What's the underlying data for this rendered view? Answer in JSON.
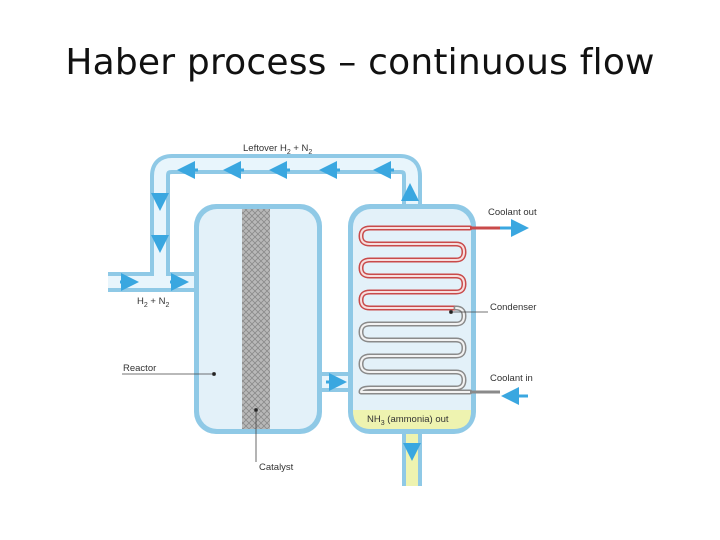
{
  "slide": {
    "title": "Haber process – continuous flow"
  },
  "diagram": {
    "labels": {
      "leftover_prefix": "Leftover H",
      "leftover_sub1": "2",
      "leftover_mid": " + N",
      "leftover_sub2": "2",
      "feed_prefix": "H",
      "feed_sub1": "2",
      "feed_mid": " + N",
      "feed_sub2": "2",
      "reactor": "Reactor",
      "catalyst": "Catalyst",
      "coolant_out": "Coolant out",
      "condenser": "Condenser",
      "coolant_in": "Coolant in",
      "ammonia_prefix": "NH",
      "ammonia_sub": "3",
      "ammonia_suffix": " (ammonia) out"
    },
    "colors": {
      "pipe_outer": "#8fc9e6",
      "pipe_inner": "#e8f5fc",
      "vessel_fill": "#e3f1f9",
      "flow_arrow": "#3aa7e0",
      "hot_coil": "#c94a4a",
      "cool_coil": "#8a8a8a",
      "ammonia_fill": "#eef3b0"
    }
  }
}
